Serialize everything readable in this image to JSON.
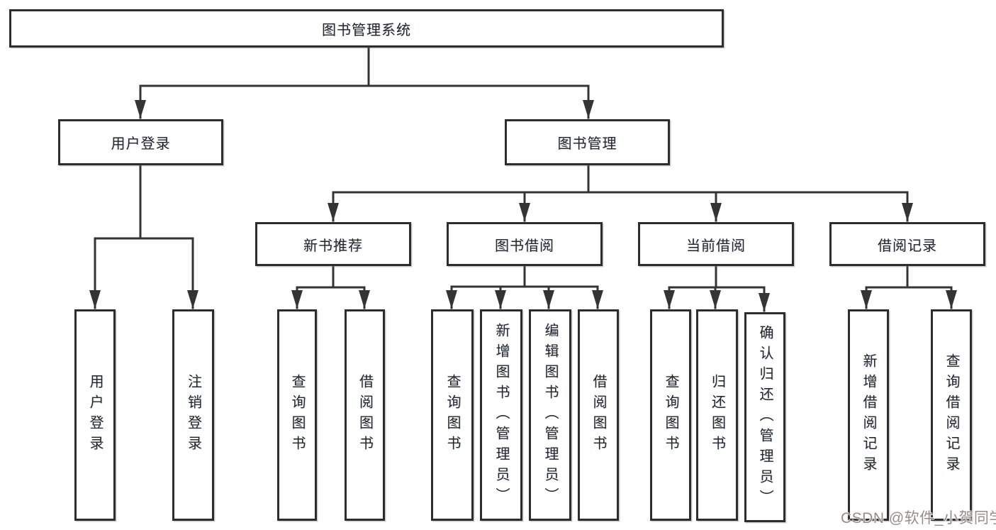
{
  "tree": {
    "label": "图书管理系统",
    "children": [
      {
        "label": "用户登录",
        "children": [
          {
            "label": "用户登录"
          },
          {
            "label": "注销登录"
          }
        ]
      },
      {
        "label": "图书管理",
        "children": [
          {
            "label": "新书推荐",
            "children": [
              {
                "label": "查询图书"
              },
              {
                "label": "借阅图书"
              }
            ]
          },
          {
            "label": "图书借阅",
            "children": [
              {
                "label": "查询图书"
              },
              {
                "label": "新增图书（管理员）"
              },
              {
                "label": "编辑图书（管理员）"
              },
              {
                "label": "借阅图书"
              }
            ]
          },
          {
            "label": "当前借阅",
            "children": [
              {
                "label": "查询图书"
              },
              {
                "label": "归还图书"
              },
              {
                "label": "确认归还（管理员）"
              }
            ]
          },
          {
            "label": "借阅记录",
            "children": [
              {
                "label": "新增借阅记录"
              },
              {
                "label": "查询借阅记录"
              }
            ]
          }
        ]
      }
    ]
  },
  "watermark": {
    "text": "CSDN @软件_小贺同学"
  },
  "colors": {
    "line": "#343434",
    "box_border": "#2d2d2d",
    "box_background": "#ffffff",
    "text": "#262626",
    "watermark_text": "#968c89",
    "background": "#ffffff"
  }
}
